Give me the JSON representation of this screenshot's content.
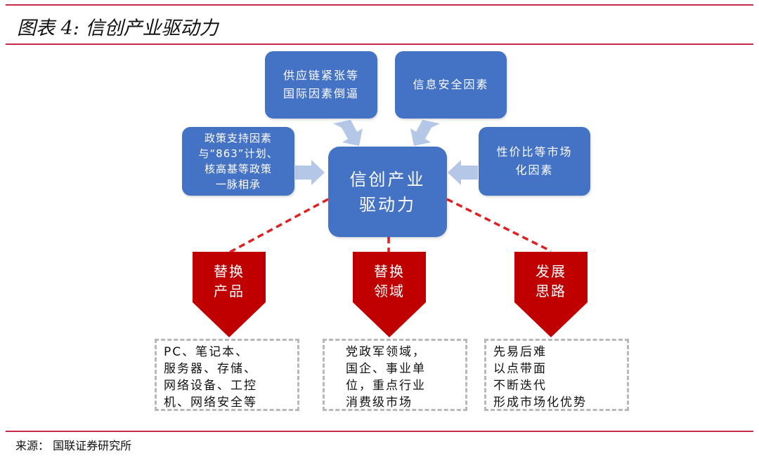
{
  "header": {
    "title": "图表 4:  信创产业驱动力"
  },
  "diagram": {
    "center": "信创产业\n驱动力",
    "drivers": {
      "supply_chain": "供应链紧张等\n国际因素倒逼",
      "info_security": "信息安全因素",
      "policy": "政策支持因素\n与“863”计划、\n核高基等政策\n一脉相承",
      "cost_performance": "性价比等市场\n化因素"
    },
    "branches": [
      {
        "label": "替换\n产品",
        "detail": "PC、笔记本、\n服务器、存储、\n网络设备、工控\n机、网络安全等"
      },
      {
        "label": "替换\n领域",
        "detail": "党政军领域，\n国企、事业单\n位，重点行业\n消费级市场"
      },
      {
        "label": "发展\n思路",
        "detail": "先易后难\n以点带面\n不断迭代\n形成市场化优势"
      }
    ],
    "colors": {
      "box_blue": "#4472c4",
      "arrow": "#b4c7e7",
      "pentagon": "#c00000",
      "dash": "#e02020",
      "rule": "#c8294b"
    }
  },
  "footer": {
    "source": "来源：  国联证券研究所"
  }
}
